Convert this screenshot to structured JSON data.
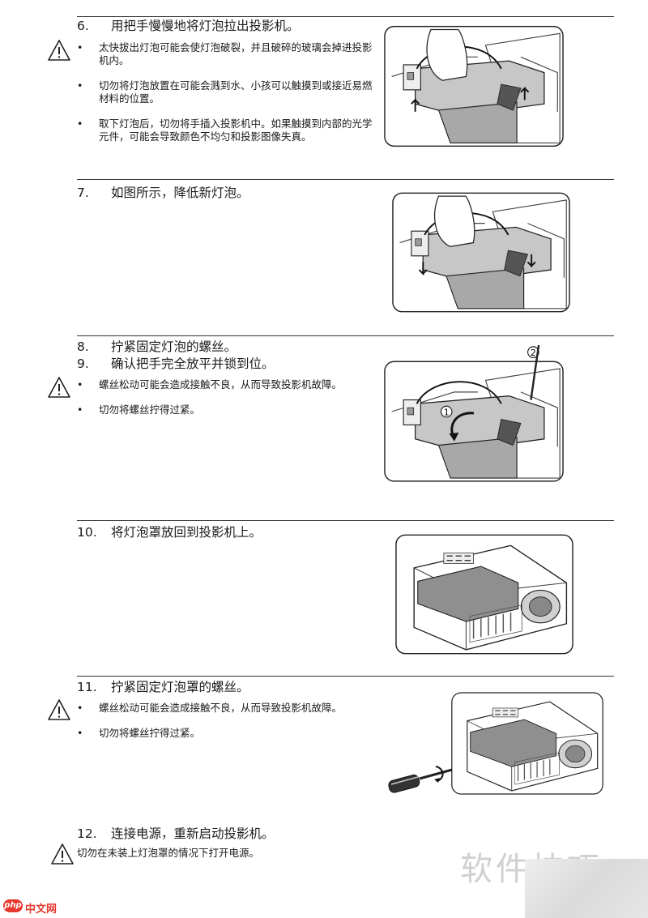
{
  "steps": [
    {
      "num": "6.",
      "text": "用把手慢慢地将灯泡拉出投影机。"
    },
    {
      "num": "7.",
      "text": "如图所示，降低新灯泡。"
    },
    {
      "num": "8.",
      "text": "拧紧固定灯泡的螺丝。"
    },
    {
      "num": "9.",
      "text": "确认把手完全放平并锁到位。"
    },
    {
      "num": "10.",
      "text": "将灯泡罩放回到投影机上。"
    },
    {
      "num": "11.",
      "text": "拧紧固定灯泡罩的螺丝。"
    },
    {
      "num": "12.",
      "text": "连接电源，重新启动投影机。"
    }
  ],
  "warnings": {
    "step6": [
      "太快拔出灯泡可能会使灯泡破裂，并且破碎的玻璃会掉进投影机内。",
      "切勿将灯泡放置在可能会溅到水、小孩可以触摸到或接近易燃材料的位置。",
      "取下灯泡后，切勿将手插入投影机中。如果触摸到内部的光学元件，可能会导致颜色不均匀和投影图像失真。"
    ],
    "step9": [
      "螺丝松动可能会造成接触不良，从而导致投影机故障。",
      "切勿将螺丝拧得过紧。"
    ],
    "step11": [
      "螺丝松动可能会造成接触不良，从而导致投影机故障。",
      "切勿将螺丝拧得过紧。"
    ],
    "step12": "切勿在未装上灯泡罩的情况下打开电源。"
  },
  "figure_labels": {
    "handle_marker": "1",
    "screw_marker": "2"
  },
  "watermark": {
    "site_text": "软件技巧",
    "logo_text": "php",
    "logo_caption": "中文网"
  },
  "icons": [
    "warning-triangle-icon",
    "projector-lamp-illustration",
    "projector-illustration",
    "screwdriver-icon"
  ],
  "colors": {
    "text": "#1a1a1a",
    "rule": "#333333",
    "logo": "#e8372c"
  }
}
